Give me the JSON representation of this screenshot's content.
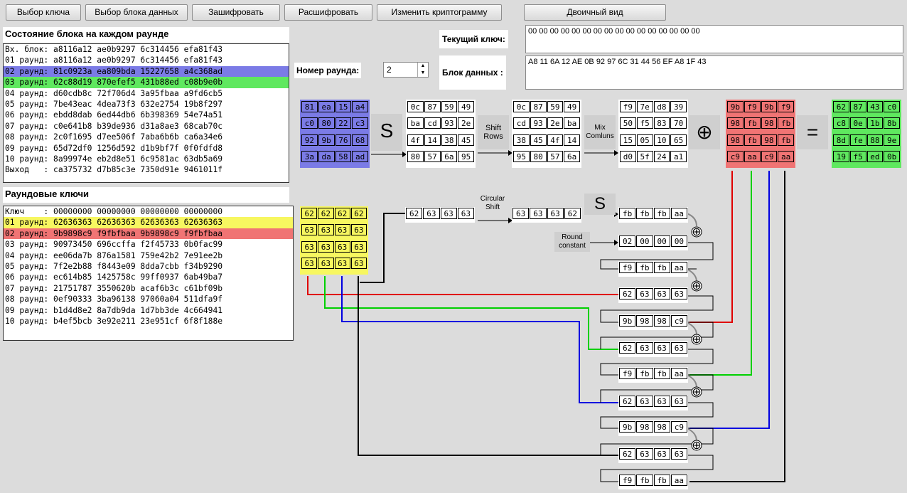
{
  "toolbar": {
    "select_key": "Выбор ключа",
    "select_block": "Выбор блока данных",
    "encrypt": "Зашифровать",
    "decrypt": "Расшифровать",
    "edit_cipher": "Изменить криптограмму",
    "binary_view": "Двоичный вид"
  },
  "rounds_panel": {
    "title": "Состояние блока на каждом раунде",
    "rows": [
      "Вх. блок: a8116a12 ae0b9297 6c314456 efa81f43",
      "01 раунд: a8116a12 ae0b9297 6c314456 efa81f43",
      "02 раунд: 81c0923a ea809bda 15227658 a4c368ad",
      "03 раунд: 62c88d19 870efef5 431b88ed c08b9e0b",
      "04 раунд: d60cdb8c 72f706d4 3a95fbaa a9fd6cb5",
      "05 раунд: 7be43eac 4dea73f3 632e2754 19b8f297",
      "06 раунд: ebdd8dab 6ed44db6 6b398369 54e74a51",
      "07 раунд: c0e641b8 b39de936 d31a8ae3 68cab70c",
      "08 раунд: 2c0f1695 d7ee506f 7aba6b6b ca6a34e6",
      "09 раунд: 65d72df0 1256d592 d1b9bf7f 0f0fdfd8",
      "10 раунд: 8a99974e eb2d8e51 6c9581ac 63db5a69",
      "Выход   : ca375732 d7b85c3e 7350d91e 9461011f"
    ]
  },
  "keys_panel": {
    "title": "Раундовые ключи",
    "rows": [
      "Ключ    : 00000000 00000000 00000000 00000000",
      "01 раунд: 62636363 62636363 62636363 62636363",
      "02 раунд: 9b9898c9 f9fbfbaa 9b9898c9 f9fbfbaa",
      "03 раунд: 90973450 696ccffa f2f45733 0b0fac99",
      "04 раунд: ee06da7b 876a1581 759e42b2 7e91ee2b",
      "05 раунд: 7f2e2b88 f8443e09 8dda7cbb f34b9290",
      "06 раунд: ec614b85 1425758c 99ff0937 6ab49ba7",
      "07 раунд: 21751787 3550620b acaf6b3c c61bf09b",
      "08 раунд: 0ef90333 3ba96138 97060a04 511dfa9f",
      "09 раунд: b1d4d8e2 8a7db9da 1d7bb3de 4c664941",
      "10 раунд: b4ef5bcb 3e92e211 23e951cf 6f8f188e"
    ]
  },
  "current_key": {
    "label": "Текущий ключ:",
    "value": "00 00 00 00 00 00 00 00 00 00 00 00 00 00 00 00"
  },
  "data_block": {
    "label": "Блок данных :",
    "value": "A8 11 6A 12 AE 0B 92 97 6C 31 44 56 EF A8 1F 43"
  },
  "round_number": {
    "label": "Номер раунда:",
    "value": "2"
  },
  "diagram": {
    "state": [
      "81",
      "ea",
      "15",
      "a4",
      "c0",
      "80",
      "22",
      "c3",
      "92",
      "9b",
      "76",
      "68",
      "3a",
      "da",
      "58",
      "ad"
    ],
    "after_sub": [
      "0c",
      "87",
      "59",
      "49",
      "ba",
      "cd",
      "93",
      "2e",
      "4f",
      "14",
      "38",
      "45",
      "80",
      "57",
      "6a",
      "95"
    ],
    "after_shift": [
      "0c",
      "87",
      "59",
      "49",
      "cd",
      "93",
      "2e",
      "ba",
      "38",
      "45",
      "4f",
      "14",
      "95",
      "80",
      "57",
      "6a"
    ],
    "after_mix": [
      "f9",
      "7e",
      "d8",
      "39",
      "50",
      "f5",
      "83",
      "70",
      "15",
      "05",
      "10",
      "65",
      "d0",
      "5f",
      "24",
      "a1"
    ],
    "round_key": [
      "9b",
      "f9",
      "9b",
      "f9",
      "98",
      "fb",
      "98",
      "fb",
      "98",
      "fb",
      "98",
      "fb",
      "c9",
      "aa",
      "c9",
      "aa"
    ],
    "result": [
      "62",
      "87",
      "43",
      "c0",
      "c8",
      "0e",
      "1b",
      "8b",
      "8d",
      "fe",
      "88",
      "9e",
      "19",
      "f5",
      "ed",
      "0b"
    ],
    "prev_key": [
      "62",
      "62",
      "62",
      "62",
      "63",
      "63",
      "63",
      "63",
      "63",
      "63",
      "63",
      "63",
      "63",
      "63",
      "63",
      "63"
    ],
    "last_word": [
      "62",
      "63",
      "63",
      "63"
    ],
    "shifted_word": [
      "63",
      "63",
      "63",
      "62"
    ],
    "sub_word": [
      "fb",
      "fb",
      "fb",
      "aa"
    ],
    "rcon": [
      "02",
      "00",
      "00",
      "00"
    ],
    "w0": [
      "f9",
      "fb",
      "fb",
      "aa"
    ],
    "k0": [
      "62",
      "63",
      "63",
      "63"
    ],
    "r0": [
      "9b",
      "98",
      "98",
      "c9"
    ],
    "k1": [
      "62",
      "63",
      "63",
      "63"
    ],
    "w1": [
      "f9",
      "fb",
      "fb",
      "aa"
    ],
    "k2": [
      "62",
      "63",
      "63",
      "63"
    ],
    "r2": [
      "9b",
      "98",
      "98",
      "c9"
    ],
    "k3": [
      "62",
      "63",
      "63",
      "63"
    ],
    "w3": [
      "f9",
      "fb",
      "fb",
      "aa"
    ],
    "labels": {
      "s": "S",
      "shift_rows": "Shift Rows",
      "mix_columns": "Mix Comluns",
      "plus": "⊕",
      "equals": "=",
      "circular_shift": "Circular Shift",
      "round_constant": "Round constant",
      "s2": "S"
    }
  },
  "colors": {
    "blue": "#7b7be6",
    "yellow": "#f7f760",
    "red": "#f07474",
    "green": "#5fe85f"
  }
}
